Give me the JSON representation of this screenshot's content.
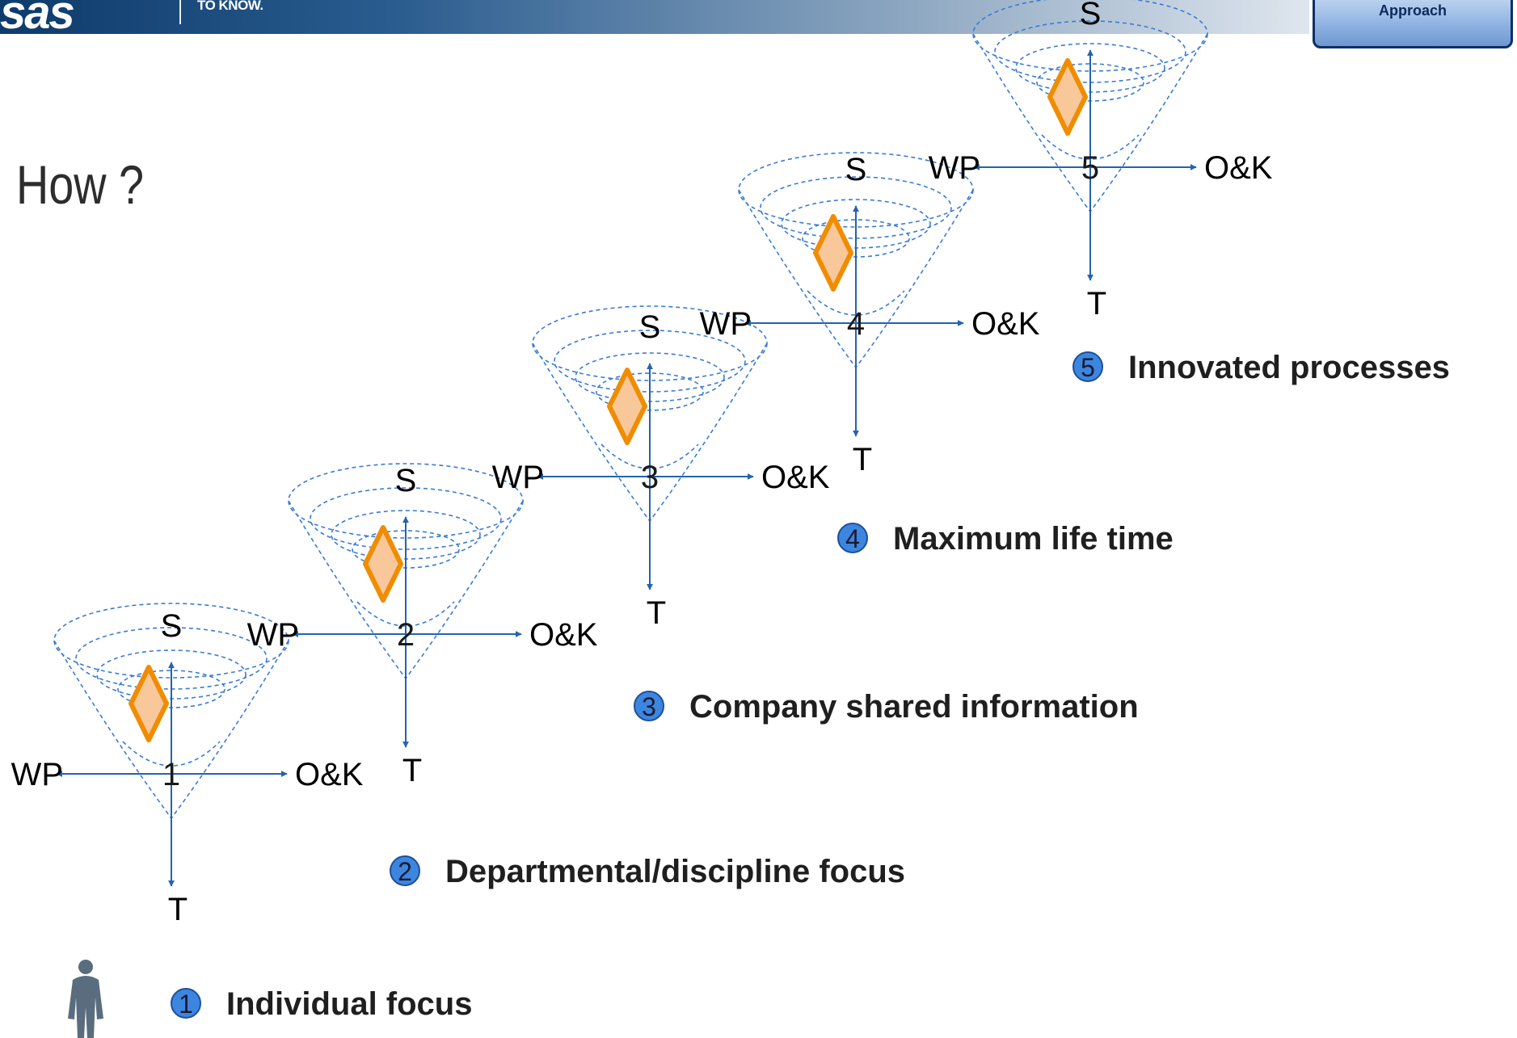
{
  "header": {
    "logo": "sas",
    "tagline": "TO KNOW.",
    "button": "Approach"
  },
  "title": "How ?",
  "axis_labels": {
    "up": "S",
    "down": "T",
    "left": "WP",
    "right": "O&K"
  },
  "colors": {
    "arrow": "#2463ae",
    "cone": "#3a7bd5",
    "diamond_fill": "#f8c89a",
    "diamond_stroke": "#f08c00",
    "badge": "#3d86e0"
  },
  "levels": [
    {
      "number": "1",
      "label": "Individual focus",
      "badge": "1"
    },
    {
      "number": "2",
      "label": "Departmental/discipline focus",
      "badge": "2"
    },
    {
      "number": "3",
      "label": "Company shared information",
      "badge": "3"
    },
    {
      "number": "4",
      "label": "Maximum life time",
      "badge": "4"
    },
    {
      "number": "5",
      "label": "Innovated processes",
      "badge": "5"
    }
  ],
  "icons": {
    "person": "person-silhouette-icon"
  }
}
